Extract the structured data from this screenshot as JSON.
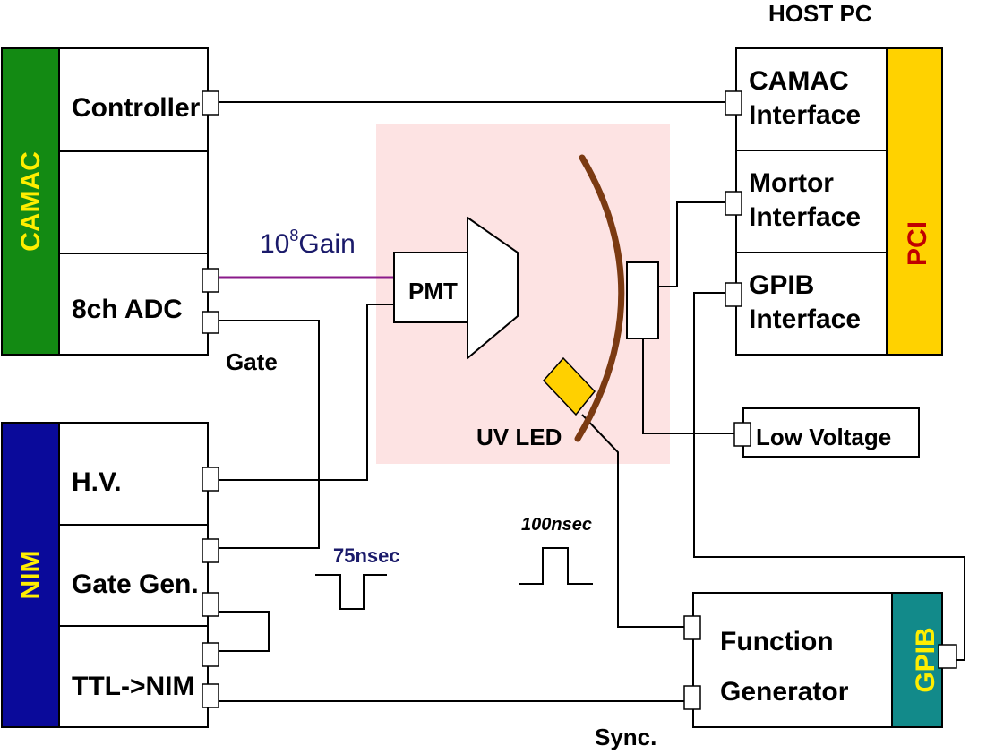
{
  "host_pc": {
    "title": "HOST PC",
    "bus": "PCI",
    "bus_color": "#ffd200",
    "bus_text_color": "#c00000",
    "modules": {
      "camac": [
        "CAMAC",
        "Interface"
      ],
      "motor": [
        "Mortor",
        "Interface"
      ],
      "gpib": [
        "GPIB",
        "Interface"
      ]
    }
  },
  "camac_crate": {
    "label": "CAMAC",
    "color": "#138a13",
    "text_color": "#ffee00",
    "modules": {
      "controller": "Controller",
      "adc": "8ch ADC"
    }
  },
  "nim_crate": {
    "label": "NIM",
    "color": "#0a0a9a",
    "text_color": "#ffee00",
    "modules": {
      "hv": "H.V.",
      "gate_gen": "Gate Gen.",
      "ttl_nim": "TTL->NIM"
    }
  },
  "dark_box": {
    "color": "#fde3e3",
    "pmt": "PMT",
    "led": "UV LED",
    "mirror_color": "#7b3a12",
    "led_color": "#ffd000"
  },
  "gain": {
    "base": "10",
    "exp": "8",
    "unit": "Gain",
    "line_color": "#8a1a8a"
  },
  "signals": {
    "gate": "Gate",
    "sync": "Sync.",
    "pulse_75": "75nsec",
    "pulse_100": "100nsec"
  },
  "low_voltage": "Low Voltage",
  "function_generator": {
    "lines": [
      "Function",
      "Generator"
    ],
    "gpib_label": "GPIB",
    "gpib_color": "#128a8a",
    "gpib_text_color": "#ffee00"
  }
}
